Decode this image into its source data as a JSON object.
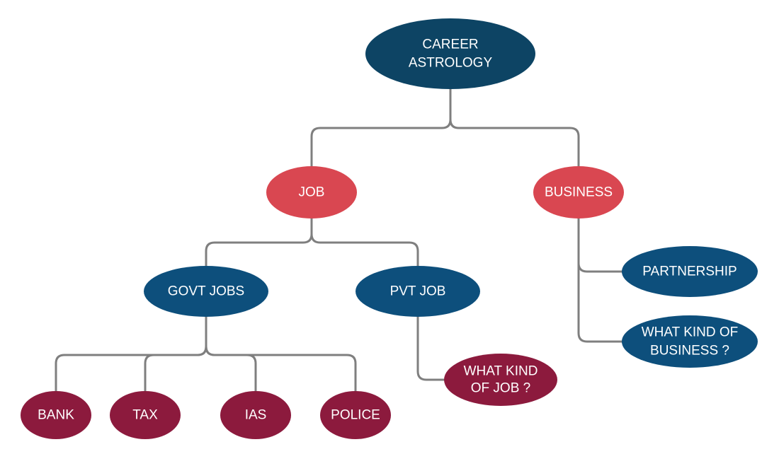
{
  "diagram": {
    "title": "CAREER ASTROLOGY",
    "colors": {
      "root": "#0d4464",
      "level1": "#d94751",
      "blue_node": "#0d4f7c",
      "maroon_node": "#8c1a3d",
      "connector": "#7f7f7f",
      "text": "#ffffff"
    },
    "nodes": [
      {
        "id": "career-astrology",
        "lines": [
          "CAREER",
          "ASTROLOGY"
        ],
        "color": "root",
        "parent": null
      },
      {
        "id": "job",
        "lines": [
          "JOB"
        ],
        "color": "level1",
        "parent": "career-astrology"
      },
      {
        "id": "business",
        "lines": [
          "BUSINESS"
        ],
        "color": "level1",
        "parent": "career-astrology"
      },
      {
        "id": "govt-jobs",
        "lines": [
          "GOVT JOBS"
        ],
        "color": "blue_node",
        "parent": "job"
      },
      {
        "id": "pvt-job",
        "lines": [
          "PVT JOB"
        ],
        "color": "blue_node",
        "parent": "job"
      },
      {
        "id": "partnership",
        "lines": [
          "PARTNERSHIP"
        ],
        "color": "blue_node",
        "parent": "business"
      },
      {
        "id": "what-kind-of-business",
        "lines": [
          "WHAT KIND OF",
          "BUSINESS ?"
        ],
        "color": "blue_node",
        "parent": "business"
      },
      {
        "id": "what-kind-of-job",
        "lines": [
          "WHAT KIND",
          "OF JOB ?"
        ],
        "color": "maroon_node",
        "parent": "pvt-job"
      },
      {
        "id": "bank",
        "lines": [
          "BANK"
        ],
        "color": "maroon_node",
        "parent": "govt-jobs"
      },
      {
        "id": "tax",
        "lines": [
          "TAX"
        ],
        "color": "maroon_node",
        "parent": "govt-jobs"
      },
      {
        "id": "ias",
        "lines": [
          "IAS"
        ],
        "color": "maroon_node",
        "parent": "govt-jobs"
      },
      {
        "id": "police",
        "lines": [
          "POLICE"
        ],
        "color": "maroon_node",
        "parent": "govt-jobs"
      }
    ]
  }
}
